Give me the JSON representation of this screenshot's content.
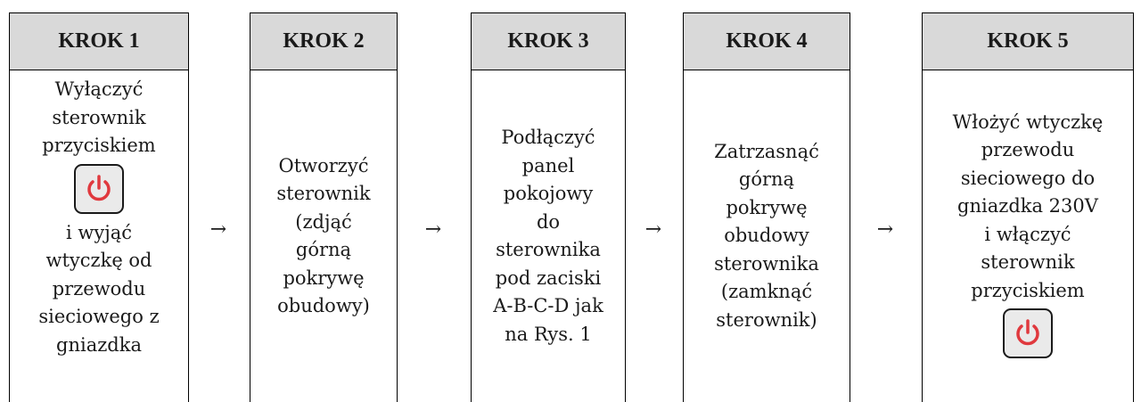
{
  "steps": [
    {
      "header": "KROK 1",
      "lines_before": [
        "Wyłączyć",
        "sterownik",
        "przyciskiem"
      ],
      "lines_after": [
        "i wyjąć",
        "wtyczkę od",
        "przewodu",
        "sieciowego z",
        "gniazdka"
      ],
      "icon": "power-button-icon"
    },
    {
      "header": "KROK 2",
      "lines": [
        "Otworzyć",
        "sterownik",
        "(zdjąć",
        "górną",
        "pokrywę",
        "obudowy)"
      ]
    },
    {
      "header": "KROK 3",
      "lines": [
        "Podłączyć",
        "panel",
        "pokojowy",
        "do",
        "sterownika",
        "pod zaciski",
        "A-B-C-D jak",
        "na Rys. 1"
      ]
    },
    {
      "header": "KROK 4",
      "lines": [
        "Zatrzasnąć",
        "górną",
        "pokrywę",
        "obudowy",
        "sterownika",
        "(zamknąć",
        "sterownik)"
      ]
    },
    {
      "header": "KROK 5",
      "lines_before": [
        "Włożyć wtyczkę",
        "przewodu",
        "sieciowego do",
        "gniazdka 230V",
        "i włączyć",
        "sterownik",
        "przyciskiem"
      ],
      "icon": "power-button-icon"
    }
  ],
  "arrows": [
    "→",
    "→",
    "→",
    "→"
  ],
  "colors": {
    "header_bg": "#d9d9d9",
    "power_icon": "#e0393e",
    "button_bg": "#eaeaea"
  }
}
